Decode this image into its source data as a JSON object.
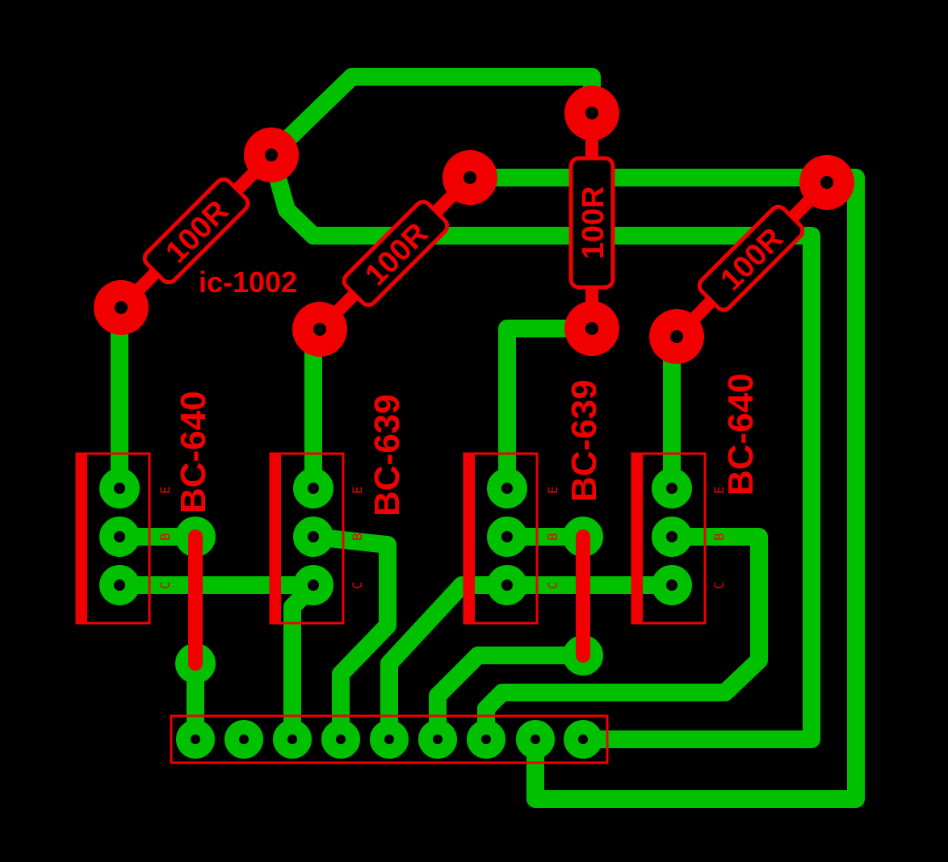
{
  "colors": {
    "background": "#000000",
    "bottom_copper": "#00C000",
    "top_silk": "#F00000"
  },
  "board": {
    "ic_label": "ic-1002",
    "resistors": [
      {
        "value": "100R"
      },
      {
        "value": "100R"
      },
      {
        "value": "100R"
      },
      {
        "value": "100R"
      }
    ],
    "transistors": [
      {
        "part": "BC-640",
        "pins": {
          "e": "E",
          "b": "B",
          "c": "C"
        }
      },
      {
        "part": "BC-639",
        "pins": {
          "e": "E",
          "b": "B",
          "c": "C"
        }
      },
      {
        "part": "BC-639",
        "pins": {
          "e": "E",
          "b": "B",
          "c": "C"
        }
      },
      {
        "part": "BC-640",
        "pins": {
          "e": "E",
          "b": "B",
          "c": "C"
        }
      }
    ],
    "connector": {
      "pin_count": 9
    }
  }
}
